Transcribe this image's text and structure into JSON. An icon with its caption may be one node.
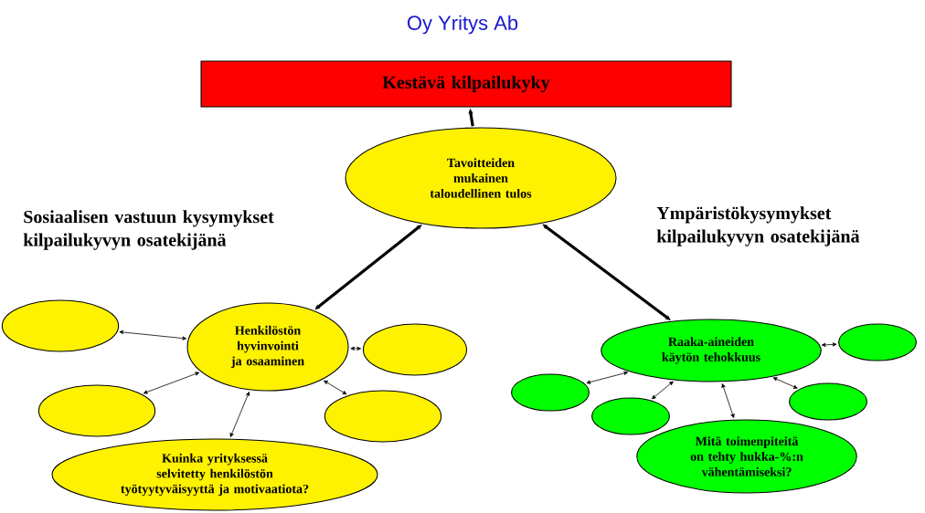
{
  "diagram": {
    "title": "Oy Yritys Ab",
    "nodes": [
      {
        "text": [
          "Kestävä kilpailukyky"
        ]
      },
      {
        "text": [
          "Tavoitteiden mukainen taloudellinen tulos"
        ]
      },
      {
        "text": [
          "Henkilöstön hyvinvointi ja osaaminen"
        ]
      },
      {
        "text": [],
        "shape": "ellipse"
      },
      {
        "text": [],
        "shape": "ellipse"
      },
      {
        "text": [],
        "shape": "ellipse"
      },
      {
        "text": [],
        "shape": "ellipse"
      },
      {
        "text": [
          "Kuinka yrityksessä selvitetty henkilöstön työtyytyväisyyttä ja motivaatiota?"
        ]
      },
      {
        "text": [
          "Raaka-aineiden käytön tehokkuus"
        ]
      },
      {
        "text": [],
        "shape": "ellipse"
      },
      {
        "text": [],
        "shape": "ellipse"
      },
      {
        "text": [],
        "shape": "ellipse"
      },
      {
        "text": [],
        "shape": "ellipse"
      },
      {
        "text": [
          "Mitä toimenpiteitä on tehty hukka-%:n vähentämiseksi?"
        ]
      }
    ],
    "edges": [
      {
        "from": 1,
        "to": 0,
        "arrow": "to",
        "style": "thick"
      },
      {
        "from": 1,
        "to": 2,
        "arrow": "both",
        "style": "thick"
      },
      {
        "from": 1,
        "to": 8,
        "arrow": "both",
        "style": "thick"
      },
      {
        "from": 2,
        "to": 3,
        "arrow": "both"
      },
      {
        "from": 2,
        "to": 4,
        "arrow": "both"
      },
      {
        "from": 2,
        "to": 5,
        "arrow": "both"
      },
      {
        "from": 2,
        "to": 6,
        "arrow": "both"
      },
      {
        "from": 2,
        "to": 7,
        "arrow": "both"
      },
      {
        "from": 8,
        "to": 9,
        "arrow": "both"
      },
      {
        "from": 8,
        "to": 10,
        "arrow": "both"
      },
      {
        "from": 8,
        "to": 11,
        "arrow": "both"
      },
      {
        "from": 8,
        "to": 12,
        "arrow": "both"
      },
      {
        "from": 8,
        "to": 13,
        "arrow": "both"
      }
    ],
    "labels": [
      "Sosiaalisen vastuun kysymykset kilpailukyvyn osatekijänä",
      "Ympäristökysymykset kilpailukyvyn osatekijänä"
    ]
  }
}
